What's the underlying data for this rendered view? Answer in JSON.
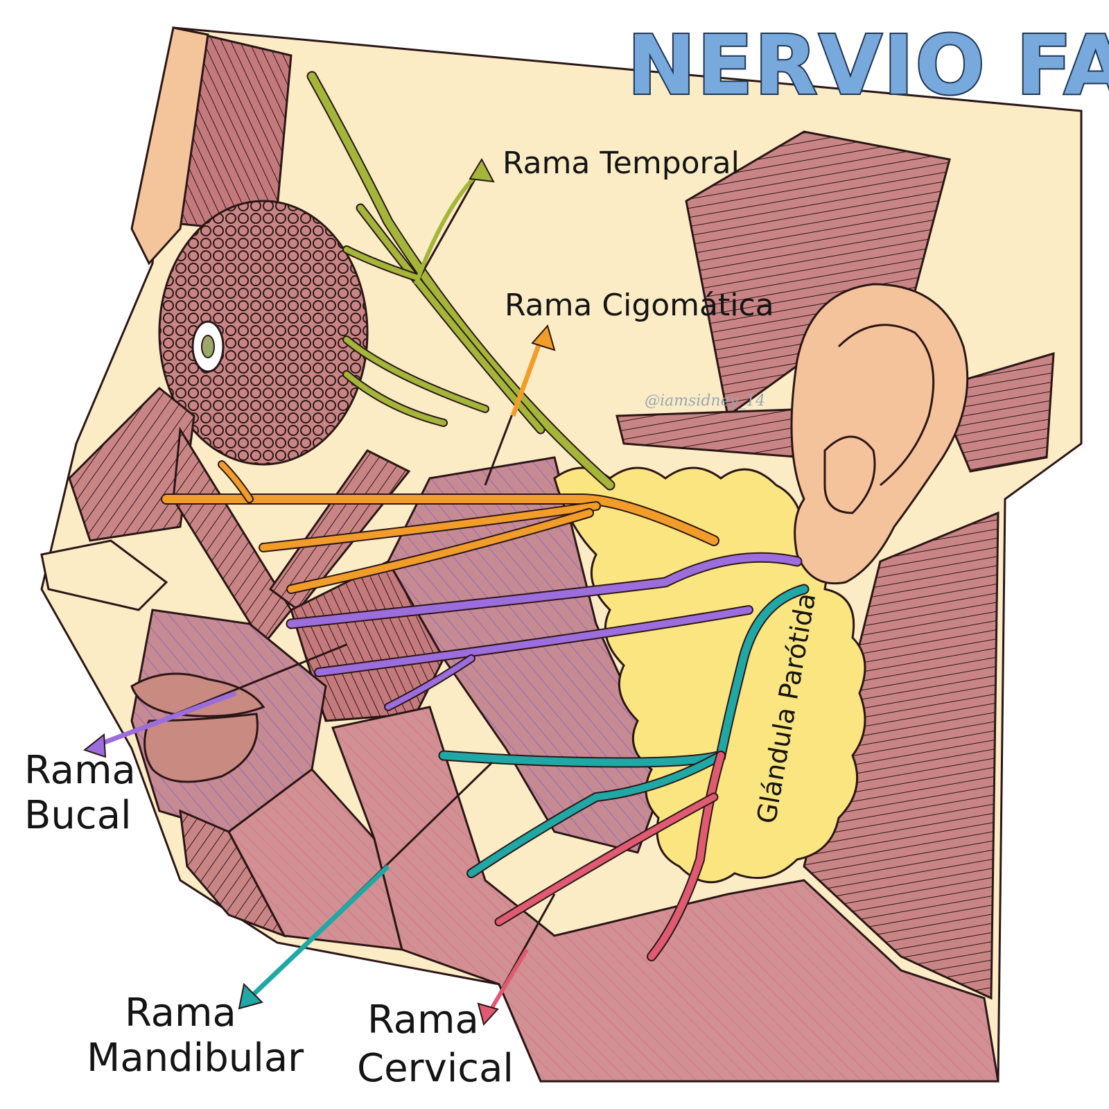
{
  "title": "NERVIO FACIAL",
  "watermark": "@iamsidney_14",
  "colors": {
    "background": "#fbecc6",
    "muscle": "#c98585",
    "muscle_dark": "#b06f70",
    "muscle_stroke": "#2a1616",
    "parotid": "#fbe580",
    "ear": "#f5c39b",
    "skin": "#f8dcae",
    "lip": "#c98a82",
    "temporal_branch": "#a3b63a",
    "zygomatic_branch": "#f29d2a",
    "buccal_branch": "#9c6ddc",
    "mandibular_branch": "#1fa8a6",
    "cervical_branch": "#e05a72",
    "title_fill": "#77a9dc",
    "title_outline": "#1f3552"
  },
  "labels": {
    "temporal": "Rama Temporal",
    "zygomatic": "Rama Cigomática",
    "buccal_1": "Rama",
    "buccal_2": "Bucal",
    "mandibular_1": "Rama",
    "mandibular_2": "Mandibular",
    "cervical_1": "Rama",
    "cervical_2": "Cervical",
    "parotid": "Glándula Parótida"
  },
  "icons": {
    "eye": "eye-icon",
    "ear": "ear-icon"
  }
}
